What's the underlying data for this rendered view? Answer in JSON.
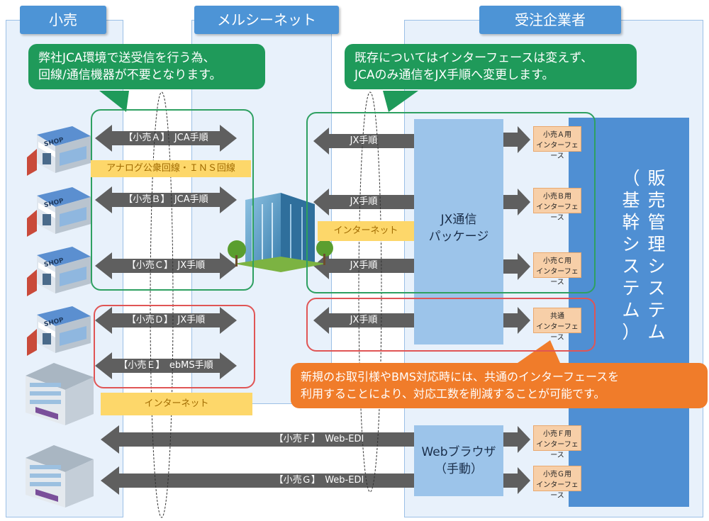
{
  "lanes": {
    "retail": "小売",
    "network": "メルシーネット",
    "supplier": "受注企業者"
  },
  "bubbles": {
    "green_left": [
      "弊社JCA環境で送受信を行う為、",
      "回線/通信機器が不要となります。"
    ],
    "green_right": [
      "既存についてはインターフェースは変えず、",
      "JCAのみ通信をJX手順へ変更します。"
    ],
    "orange": [
      "新規のお取引様やBMS対応時には、共通のインターフェースを",
      "利用することにより、対応工数を削減することが可能です。"
    ]
  },
  "bands": {
    "analog": "アナログ公衆回線・ＩＮＳ回線",
    "internet_mid": "インターネット",
    "internet_left": "インターネット"
  },
  "left_arrows": {
    "a": "【小売Ａ】　JCA手順",
    "b": "【小売Ｂ】　JCA手順",
    "c": "【小売Ｃ】　JX手順",
    "d": "【小売Ｄ】　JX手順",
    "e": "【小売Ｅ】　ebMS手順"
  },
  "right_arrows": {
    "a": "JX手順",
    "b": "JX手順",
    "c": "JX手順",
    "d": "JX手順"
  },
  "long_arrows": {
    "f": "【小売Ｆ】　Web-EDI",
    "g": "【小売Ｇ】　Web-EDI"
  },
  "package": [
    "JX通信",
    "パッケージ"
  ],
  "browser": [
    "Webブラウザ",
    "（手動）"
  ],
  "interfaces": {
    "a": [
      "小売Ａ用",
      "インターフェース"
    ],
    "b": [
      "小売Ｂ用",
      "インターフェース"
    ],
    "c": [
      "小売Ｃ用",
      "インターフェース"
    ],
    "common": [
      "共通",
      "インターフェース"
    ],
    "f": [
      "小売Ｆ用",
      "インターフェース"
    ],
    "g": [
      "小売Ｇ用",
      "インターフェース"
    ]
  },
  "system_col1": [
    "販",
    "売",
    "管",
    "理",
    "シ",
    "ス",
    "テ",
    "ム"
  ],
  "system_col2": [
    "（",
    "基",
    "幹",
    "シ",
    "ス",
    "テ",
    "ム",
    "）"
  ],
  "shop_sign": "SHOP",
  "colors": {
    "lane_bg": "#e8f1fb",
    "header_blue": "#4d94d6",
    "bubble_green": "#1f9a5a",
    "bubble_orange": "#f07c2a",
    "arrow_gray": "#5f5f5f",
    "interface_peach": "#f7cfa8",
    "system_blue": "#4f8fd3",
    "package_blue": "#9cc4ea",
    "band_yellow": "#fdd76a"
  }
}
